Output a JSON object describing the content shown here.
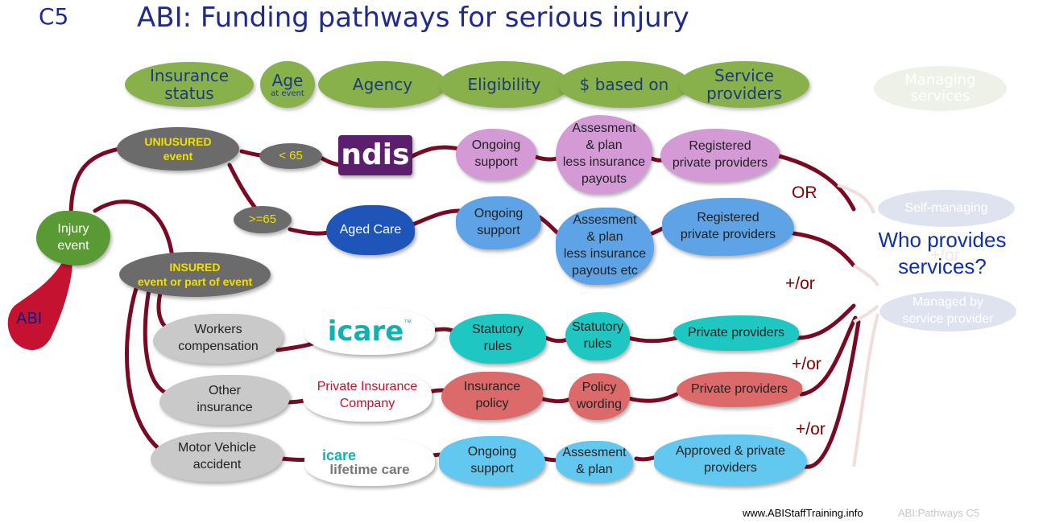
{
  "slide": {
    "code": "C5",
    "title": "ABI: Funding pathways for serious injury",
    "footer_url": "www.ABIStaffTraining.info",
    "footer_ref": "ABI:Pathways C5"
  },
  "columns": {
    "insurance_status": "Insurance\nstatus",
    "age_main": "Age",
    "age_sub": "at event",
    "agency": "Agency",
    "eligibility": "Eligibility",
    "based_on": "$ based on",
    "service_providers": "Service\nproviders",
    "managing_services": "Managing\nservices"
  },
  "start": {
    "abi": "ABI",
    "injury_event": "Injury\nevent"
  },
  "status": {
    "uninsured": "UNIUSURED\nevent",
    "insured": "INSURED\nevent or part of event"
  },
  "age": {
    "under": "< 65",
    "over": ">=65"
  },
  "agency": {
    "ndis": "ndis",
    "aged_care": "Aged Care",
    "icare": "icare",
    "icare_tm": "™",
    "private_insurance": "Private Insurance\nCompany",
    "icare_lt_top": "icare",
    "icare_lt_bottom": "lifetime care"
  },
  "insurance_types": {
    "workers": "Workers\ncompensation",
    "other": "Other\ninsurance",
    "motor": "Motor Vehicle\naccident"
  },
  "ndis_row": {
    "eligibility": "Ongoing\nsupport",
    "based_on": "Assesment\n& plan\nless insurance\npayouts",
    "providers": "Registered\nprivate providers"
  },
  "aged_row": {
    "eligibility": "Ongoing\nsupport",
    "based_on": "Assesment\n& plan\nless insurance\npayouts etc",
    "providers": "Registered\nprivate providers"
  },
  "workers_row": {
    "eligibility": "Statutory\nrules",
    "based_on": "Statutory\nrules",
    "providers": "Private providers"
  },
  "other_row": {
    "eligibility": "Insurance\npolicy",
    "based_on": "Policy\nwording",
    "providers": "Private providers"
  },
  "motor_row": {
    "eligibility": "Ongoing\nsupport",
    "based_on": "Assesment\n& plan",
    "providers": "Approved & private\nproviders"
  },
  "connectors": {
    "or": "OR",
    "and_or_1": "+/or",
    "and_or_2": "+/or",
    "and_or_3": "+/or",
    "faint_and_or": "+/or"
  },
  "outcome": {
    "question": "Who provides\nservices?",
    "self_managing": "Self-managing",
    "managed_by_provider": "Managed by\nservice provider"
  },
  "colors": {
    "path_line": "#7a0a23",
    "header_green": "#88b04b",
    "ndis_purple": "#5b1f6e",
    "aged_care_blue": "#1f55b8",
    "icare_teal": "#14b0b0",
    "abi_red": "#c41230"
  }
}
